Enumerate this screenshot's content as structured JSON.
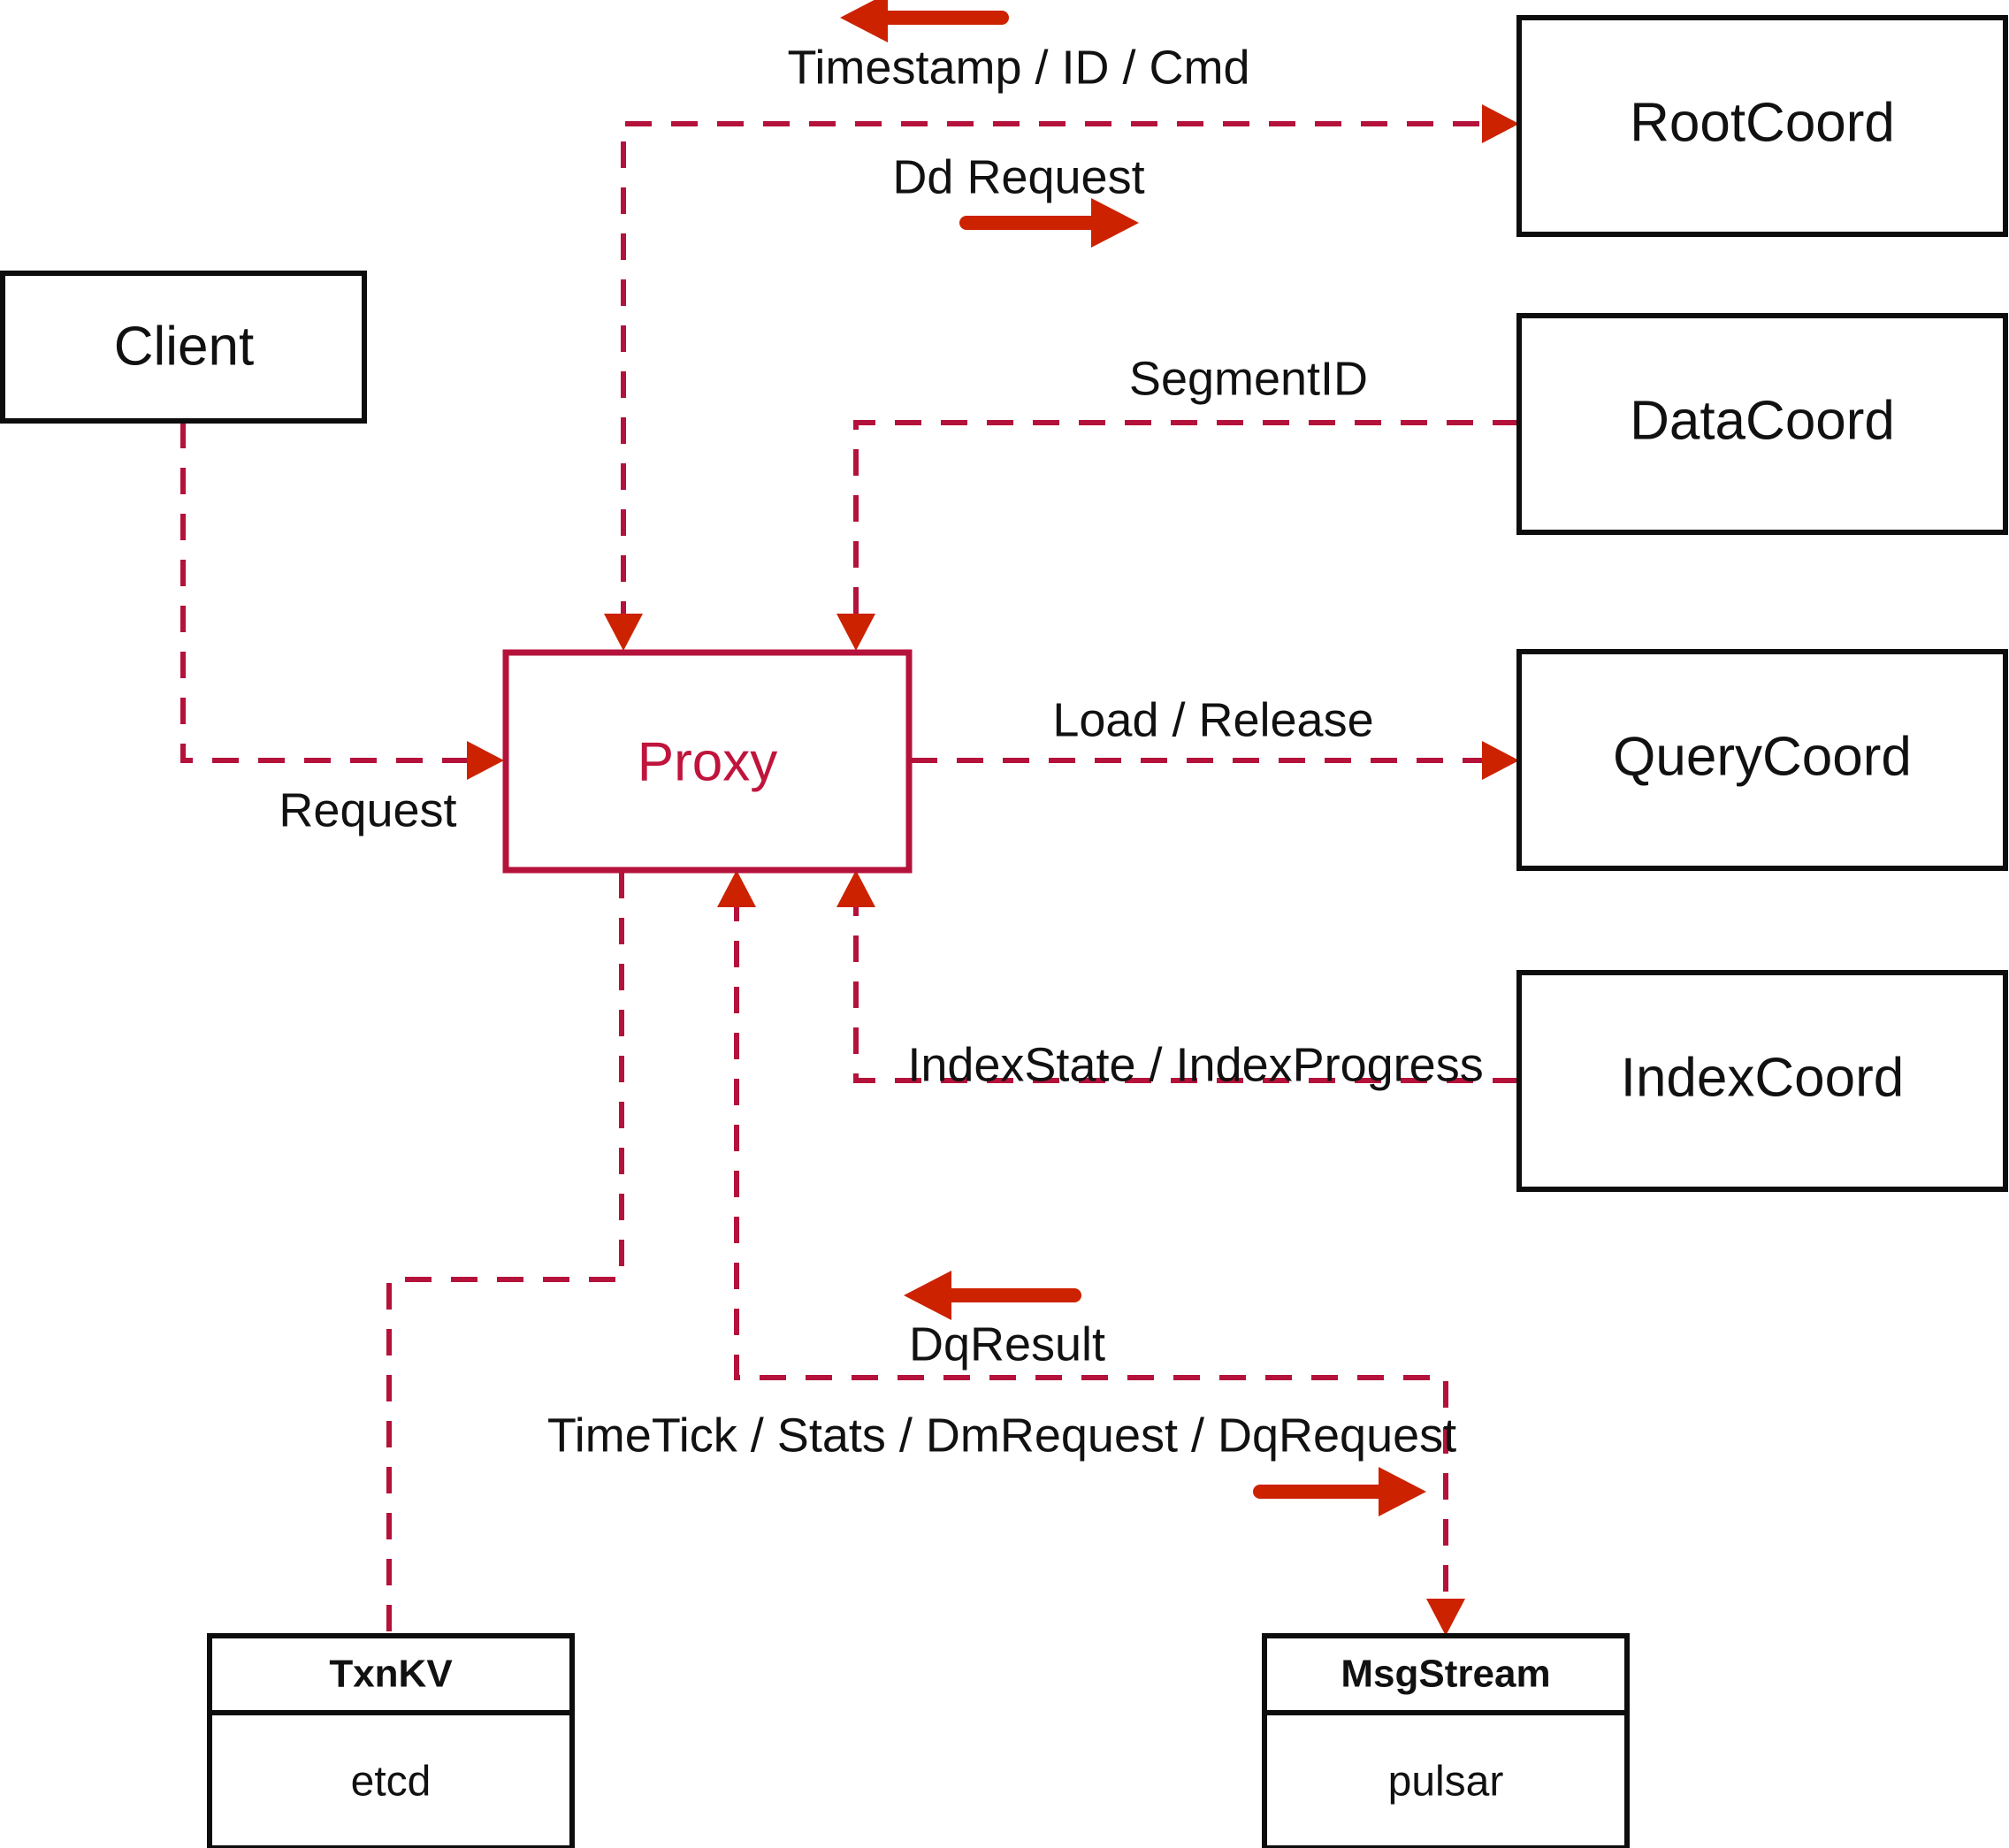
{
  "diagram": {
    "title": "Milvus Proxy component interaction diagram",
    "accent_color": "#c0143c",
    "edge_color": "#b5123b",
    "flow_arrow_color": "#cc2200",
    "node_stroke_color": "#0d0d0d",
    "background_color": "#ffffff"
  },
  "nodes": {
    "client": {
      "label": "Client"
    },
    "proxy": {
      "label": "Proxy"
    },
    "root_coord": {
      "label": "RootCoord"
    },
    "data_coord": {
      "label": "DataCoord"
    },
    "query_coord": {
      "label": "QueryCoord"
    },
    "index_coord": {
      "label": "IndexCoord"
    },
    "txnkv": {
      "label": "TxnKV",
      "impl": "etcd"
    },
    "msgstream": {
      "label": "MsgStream",
      "impl": "pulsar"
    }
  },
  "edges": [
    {
      "id": "client-proxy",
      "label": "Request",
      "from": "Client",
      "to": "Proxy"
    },
    {
      "id": "proxy-rootcoord",
      "label": "Timestamp / ID / Cmd",
      "from": "RootCoord",
      "to": "Proxy"
    },
    {
      "id": "proxy-rootcoord-dd",
      "label": "Dd Request",
      "from": "Proxy",
      "to": "RootCoord"
    },
    {
      "id": "datacoord-proxy",
      "label": "SegmentID",
      "from": "DataCoord",
      "to": "Proxy"
    },
    {
      "id": "proxy-querycoord",
      "label": "Load / Release",
      "from": "Proxy",
      "to": "QueryCoord"
    },
    {
      "id": "indexcoord-proxy",
      "label": "IndexState / IndexProgress",
      "from": "IndexCoord",
      "to": "Proxy"
    },
    {
      "id": "msgstream-proxy",
      "label": "DqResult",
      "from": "MsgStream",
      "to": "Proxy"
    },
    {
      "id": "proxy-msgstream",
      "label": "TimeTick / Stats / DmRequest / DqRequest",
      "from": "Proxy",
      "to": "MsgStream"
    },
    {
      "id": "proxy-txnkv",
      "label": "",
      "from": "Proxy",
      "to": "TxnKV"
    }
  ]
}
